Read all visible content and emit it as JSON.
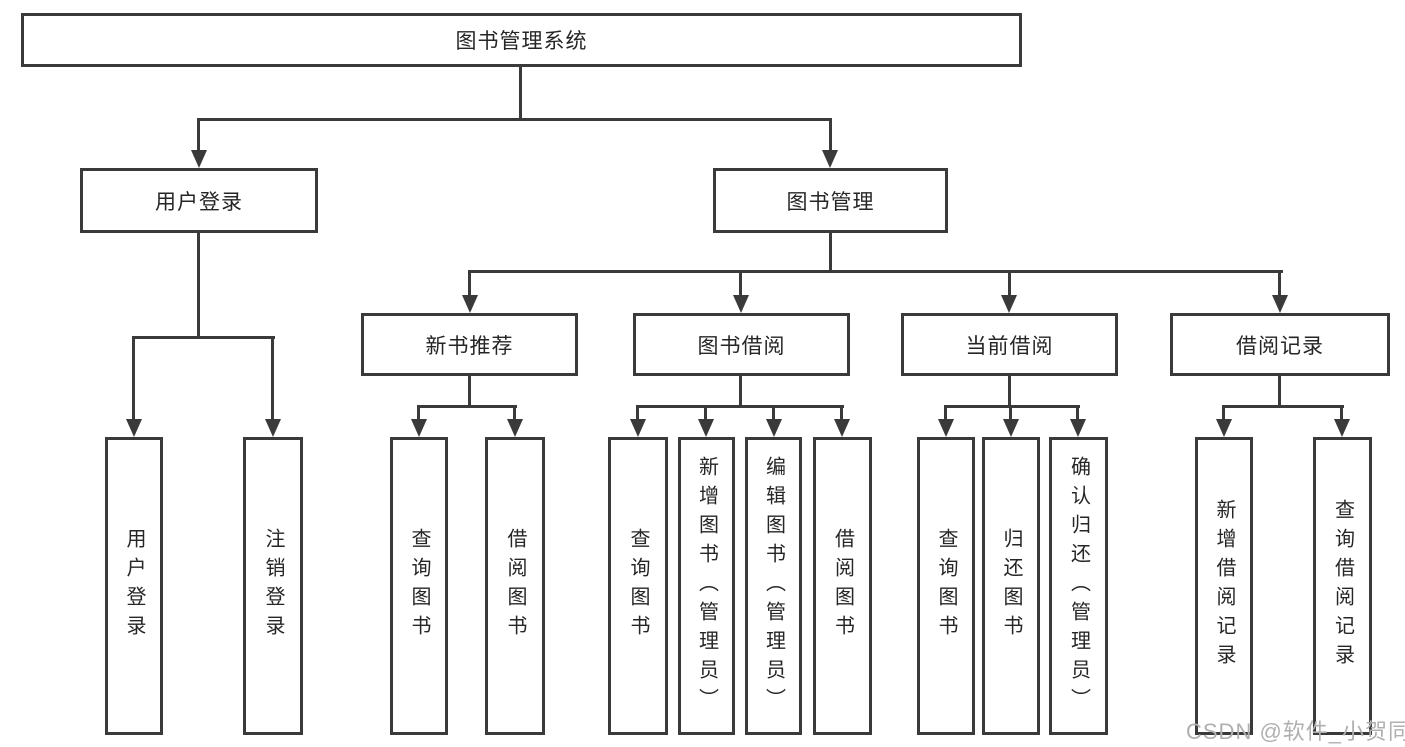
{
  "diagram": {
    "type": "hierarchy-tree",
    "root": {
      "label": "图书管理系统"
    },
    "branches": [
      {
        "label": "用户登录",
        "children": [
          {
            "label": "用户登录"
          },
          {
            "label": "注销登录"
          }
        ]
      },
      {
        "label": "图书管理",
        "sections": [
          {
            "label": "新书推荐",
            "children": [
              {
                "label": "查询图书"
              },
              {
                "label": "借阅图书"
              }
            ]
          },
          {
            "label": "图书借阅",
            "children": [
              {
                "label": "查询图书"
              },
              {
                "label": "新增图书（管理员）"
              },
              {
                "label": "编辑图书（管理员）"
              },
              {
                "label": "借阅图书"
              }
            ]
          },
          {
            "label": "当前借阅",
            "children": [
              {
                "label": "查询图书"
              },
              {
                "label": "归还图书"
              },
              {
                "label": "确认归还（管理员）"
              }
            ]
          },
          {
            "label": "借阅记录",
            "children": [
              {
                "label": "新增借阅记录"
              },
              {
                "label": "查询借阅记录"
              }
            ]
          }
        ]
      }
    ],
    "watermark": "CSDN @软件_小贺同学",
    "colors": {
      "line": "#3a3a3a",
      "box_border": "#3a3a3a",
      "box_background": "#ffffff",
      "text": "#262626",
      "watermark": "#b0b0b0",
      "page_background": "#ffffff"
    }
  }
}
